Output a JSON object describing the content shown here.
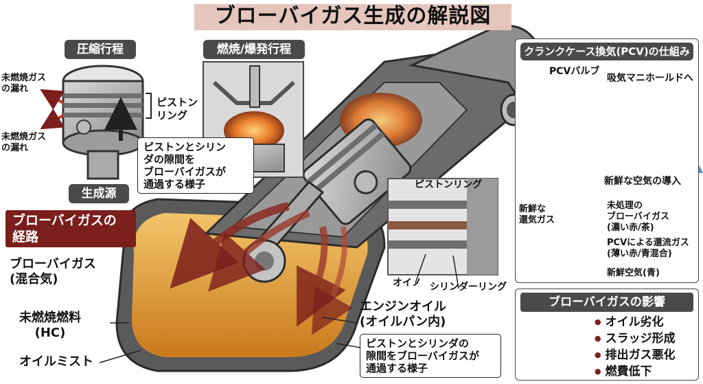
{
  "title": "ブローバイガス生成の解説図",
  "panels": {
    "compression": {
      "title": "圧縮行程",
      "label_top": "未燃焼ガス\nの漏れ",
      "label_bottom": "未燃焼ガス\nの漏れ",
      "ring_label": "ピストン\nリング",
      "source_label": "生成源"
    },
    "combustion": {
      "title": "燃焼/爆発行程"
    },
    "pcv": {
      "title": "クランクケース換気(PCV)の仕組み",
      "valve_label": "PCVバルブ",
      "to_manifold": "吸気マニホールドへ",
      "fresh_air_intake": "新鮮な空気の導入",
      "legend_fresh": "新鮮な\n還気ガス",
      "legend_untreated": "未処理の\nブローバイガス\n(濃い赤/茶)",
      "legend_recirc": "PCVによる還流ガス\n(薄い赤/青混合)",
      "legend_air": "新鮮空気(青)"
    },
    "impact": {
      "title": "ブローバイガスの影響",
      "items": [
        "オイル劣化",
        "スラッジ形成",
        "排出ガス悪化",
        "燃費低下"
      ]
    }
  },
  "callouts": {
    "gap_top": "ピストンとシリン\nダの隙間を\nブローバイガスが\n通過する様子",
    "gap_bottom": "ピストンとシリンダの\n隙間をブローバイガスが\n通過する様子"
  },
  "labels": {
    "route": "ブローバイガスの\n経路",
    "blowby_mix": "ブローバイガス\n(混合気)",
    "unburned_fuel": "未燃焼燃料\n(HC)",
    "oil_mist": "オイルミスト",
    "engine_oil": "エンジンオイル\n(オイルパン内)",
    "piston_ring": "ピストンリング",
    "oino": "オイノ",
    "cylinder_ring": "シリンダーリング"
  },
  "colors": {
    "route_red": "#7a1f1c",
    "oil_amber": "#e9a23b",
    "fresh_blue": "#4f8fd6",
    "panel_gray": "#4a4a4a"
  }
}
